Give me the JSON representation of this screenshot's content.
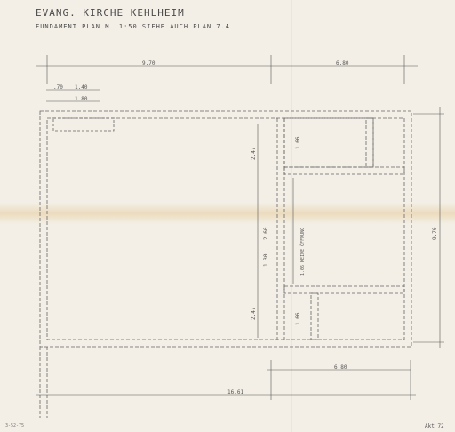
{
  "drawing": {
    "title": "EVANG. KIRCHE KEHLHEIM",
    "subtitle": "FUNDAMENT PLAN M. 1:50   SIEHE AUCH PLAN 7.4"
  },
  "dimensions": {
    "top_left": "9.70",
    "top_right": "6.80",
    "small_a": ".70",
    "small_b": "1.40",
    "small_c": "1.80",
    "right_total": "9.70",
    "bottom_right": "6.80",
    "bottom_total": "16.61",
    "vertical_1": "2.47",
    "vertical_2": "2.47",
    "vertical_3": "1.66",
    "vertical_4": "2.60",
    "vertical_5": "1.30",
    "vertical_6": "1.66",
    "note_vertical": "1.66 KEINE ÖFFNUNG"
  },
  "stamps": {
    "archive_left": "3-52-75",
    "archive_right": "Akt 72"
  }
}
